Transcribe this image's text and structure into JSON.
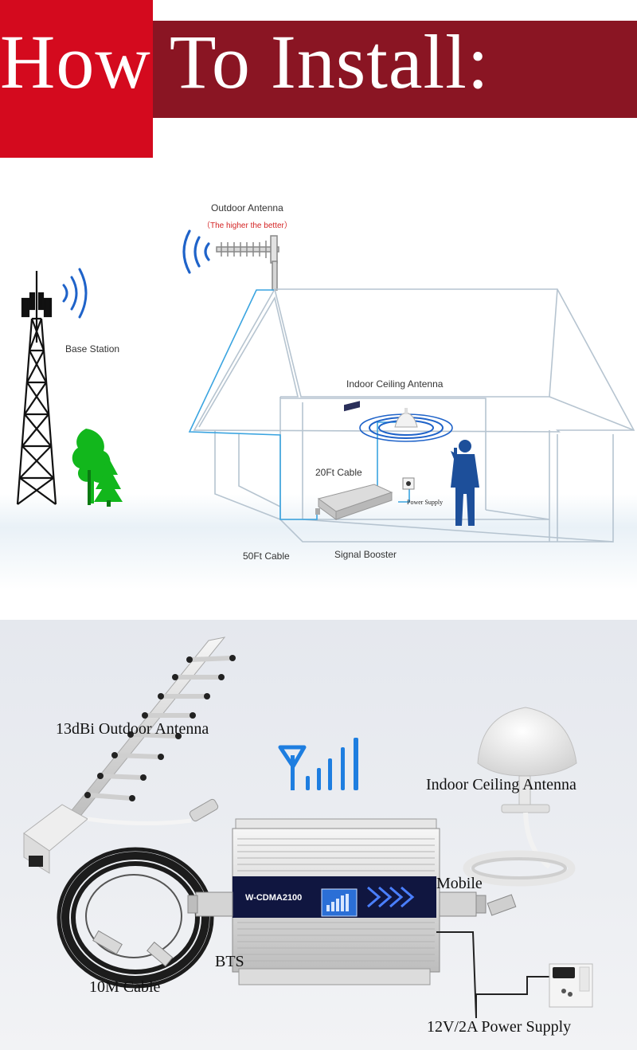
{
  "header": {
    "title": "How To Install:",
    "colors": {
      "left_block": "#d40a1e",
      "banner": "#8a1523"
    }
  },
  "diagram": {
    "outdoor_antenna": "Outdoor Antenna",
    "outdoor_antenna_note": "（The higher the better）",
    "base_station": "Base Station",
    "indoor_ceiling_antenna": "Indoor Ceiling Antenna",
    "cable_20ft": "20Ft Cable",
    "power_supply": "Power Supply",
    "cable_50ft": "50Ft Cable",
    "signal_booster": "Signal Booster",
    "colors": {
      "wave": "#1f63c9",
      "cable": "#3aa4e0",
      "person": "#1d4f9a",
      "tree": "#12b71c"
    }
  },
  "product": {
    "outdoor_antenna": "13dBi Outdoor Antenna",
    "indoor_antenna": "Indoor Ceiling  Antenna",
    "mobile": "Mobile",
    "bts": "BTS",
    "cable": "10M Cable",
    "power_supply": "12V/2A Power Supply",
    "device_label": "W-CDMA2100",
    "signal_icon_color": "#1e7ee0"
  }
}
